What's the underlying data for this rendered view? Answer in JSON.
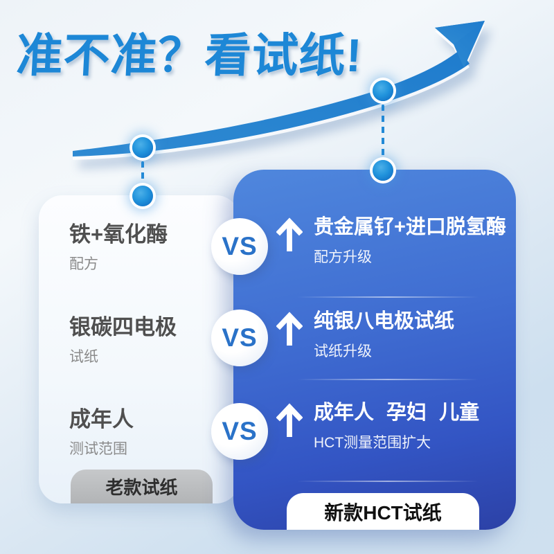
{
  "title": "准不准？看试纸!",
  "comparison": {
    "vs_label": "VS",
    "rows": [
      {
        "old_label": "铁+氧化酶",
        "old_sub": "配方",
        "new_label": "贵金属钌+进口脱氢酶",
        "new_sub": "配方升级"
      },
      {
        "old_label": "银碳四电极",
        "old_sub": "试纸",
        "new_label": "纯银八电极试纸",
        "new_sub": "试纸升级"
      },
      {
        "old_label": "成年人",
        "old_sub": "测试范围",
        "new_label": "成年人 孕妇 儿童",
        "new_sub": "HCT测量范围扩大"
      }
    ],
    "old_panel_tab": "老款试纸",
    "new_panel_tab": "新款HCT试纸"
  },
  "icons": [
    "growth-trend-arrow-icon",
    "connector-dot-icon",
    "up-arrow-icon"
  ],
  "colors": {
    "title_blue": "#1d87d6",
    "swoosh_blue": "#2a85d2",
    "panel_new_top": "#4f87dd",
    "panel_new_bottom": "#2c41a6",
    "vs_text": "#2a72c8",
    "old_label_text": "#4f4f4f",
    "old_sub_text": "#8a8a8a",
    "tab_old_bg": "#b9bbbd",
    "tab_old_text": "#2e2e2e",
    "tab_new_bg": "#ffffff",
    "tab_new_text": "#101010",
    "dot_blue": "#2193dc",
    "background_top": "#f4f8fb",
    "background_bottom": "#cfe0ef"
  }
}
